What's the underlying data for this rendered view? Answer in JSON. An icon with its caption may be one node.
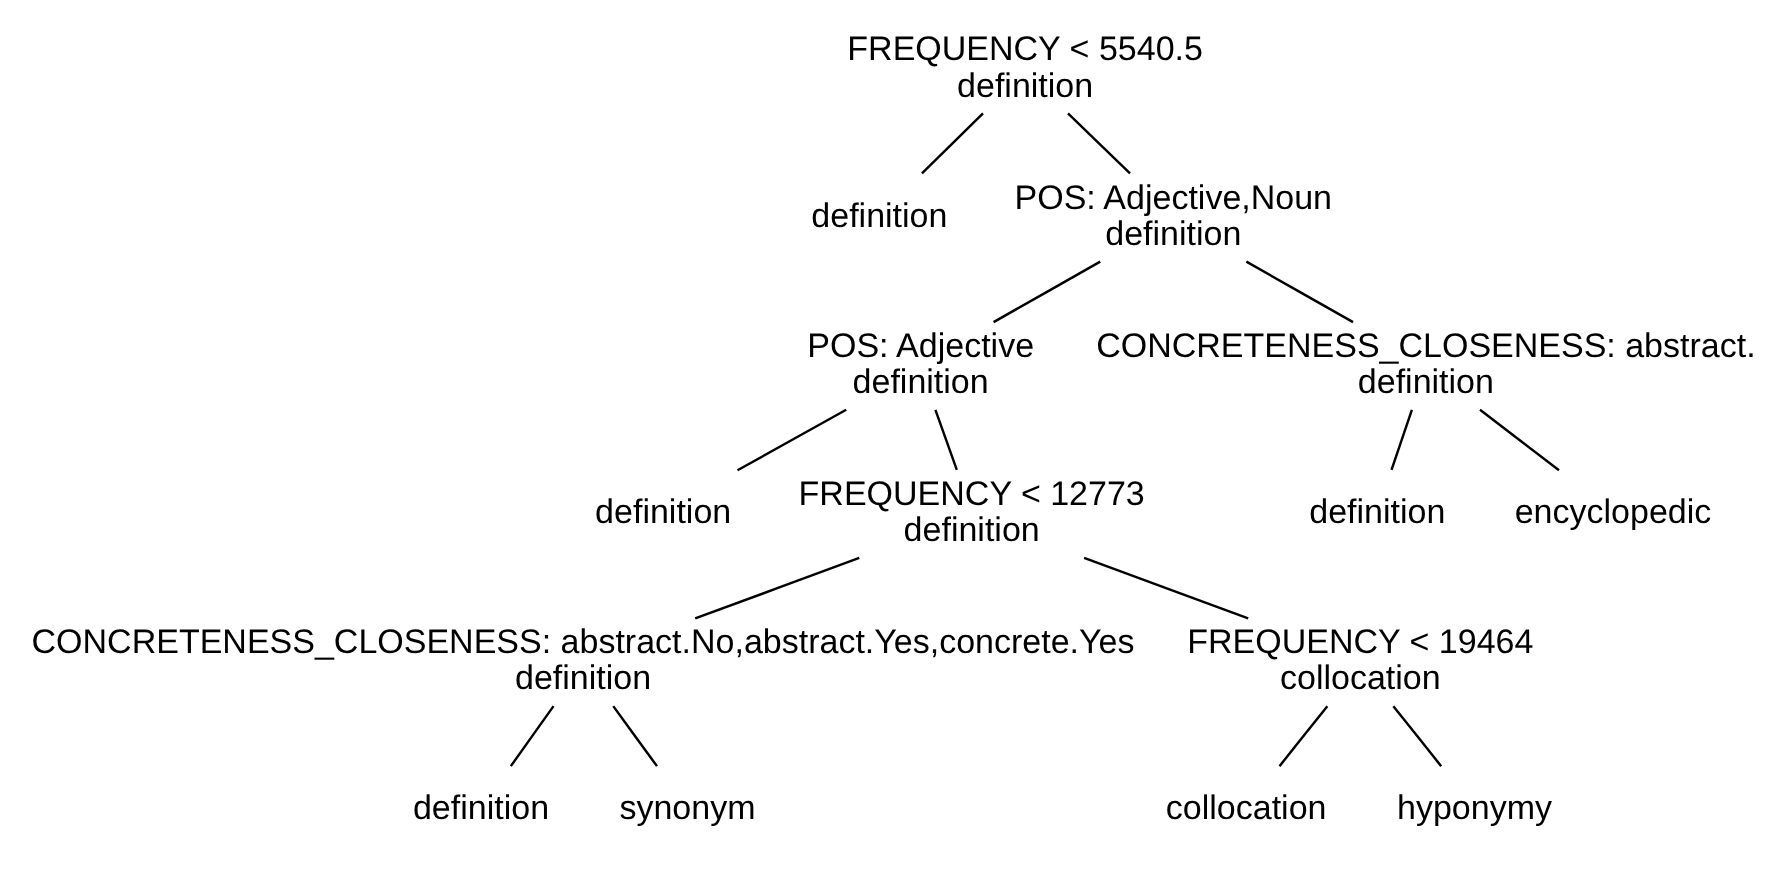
{
  "diagram": {
    "nodes": [
      {
        "text": [
          "FREQUENCY < 5540.5",
          "definition"
        ]
      },
      {
        "text": [
          "definition"
        ]
      },
      {
        "text": [
          "POS: Adjective,Noun",
          "definition"
        ]
      },
      {
        "text": [
          "POS: Adjective",
          "definition"
        ]
      },
      {
        "text": [
          "definition"
        ]
      },
      {
        "text": [
          "FREQUENCY < 12773",
          "definition"
        ]
      },
      {
        "text": [
          "CONCRETENESS_CLOSENESS: abstract.No,abstract.Yes,concrete.Yes",
          "definition"
        ]
      },
      {
        "text": [
          "definition"
        ]
      },
      {
        "text": [
          "synonym"
        ]
      },
      {
        "text": [
          "FREQUENCY < 19464",
          "collocation"
        ]
      },
      {
        "text": [
          "collocation"
        ]
      },
      {
        "text": [
          "hyponymy"
        ]
      },
      {
        "text": [
          "CONCRETENESS_CLOSENESS: abstract.",
          "definition"
        ]
      },
      {
        "text": [
          "definition"
        ]
      },
      {
        "text": [
          "encyclopedic"
        ]
      }
    ],
    "edges": [
      {
        "from": 0,
        "to": 1,
        "arrow": "none"
      },
      {
        "from": 0,
        "to": 2,
        "arrow": "none"
      },
      {
        "from": 2,
        "to": 3,
        "arrow": "none"
      },
      {
        "from": 2,
        "to": 12,
        "arrow": "none"
      },
      {
        "from": 3,
        "to": 4,
        "arrow": "none"
      },
      {
        "from": 3,
        "to": 5,
        "arrow": "none"
      },
      {
        "from": 5,
        "to": 6,
        "arrow": "none"
      },
      {
        "from": 5,
        "to": 9,
        "arrow": "none"
      },
      {
        "from": 6,
        "to": 7,
        "arrow": "none"
      },
      {
        "from": 6,
        "to": 8,
        "arrow": "none"
      },
      {
        "from": 9,
        "to": 10,
        "arrow": "none"
      },
      {
        "from": 9,
        "to": 11,
        "arrow": "none"
      },
      {
        "from": 12,
        "to": 13,
        "arrow": "none"
      },
      {
        "from": 12,
        "to": 14,
        "arrow": "none"
      }
    ]
  }
}
